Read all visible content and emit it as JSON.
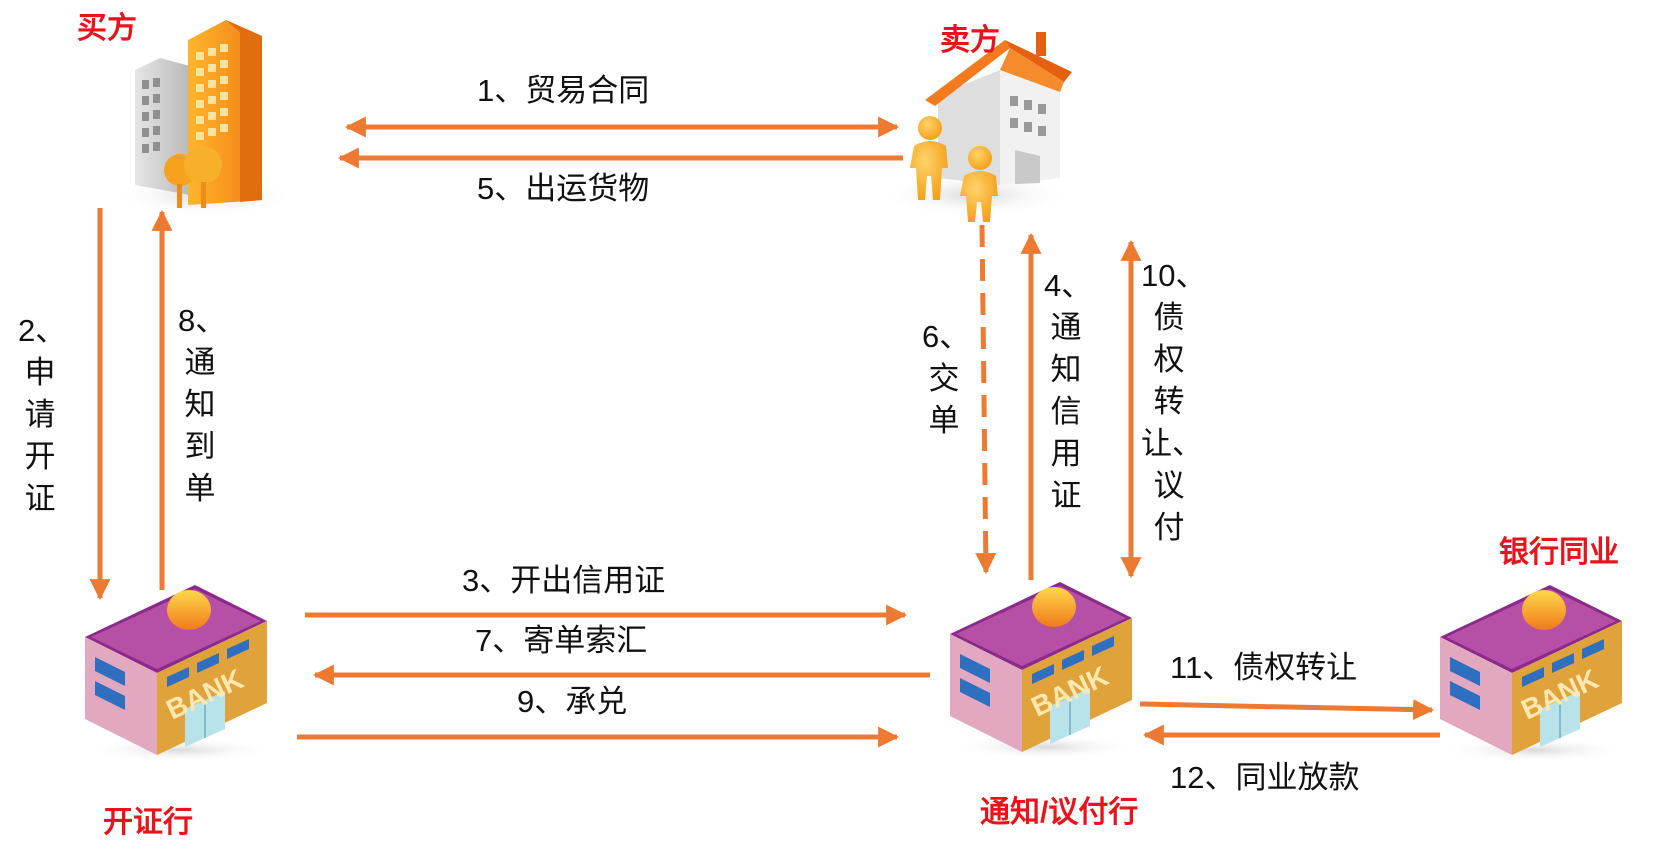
{
  "parties": {
    "buyer": "买方",
    "seller": "卖方",
    "issuing_bank": "开证行",
    "advising_bank": "通知/议付行",
    "peer_bank": "银行同业"
  },
  "bank_sign": "BANK",
  "steps": {
    "s1": "1、贸易合同",
    "s2": "2、申请开证",
    "s3": "3、开出信用证",
    "s4": "4、通知信用证",
    "s5": "5、出运货物",
    "s6": "6、交单",
    "s7": "7、寄单索汇",
    "s8": "8、通知到单",
    "s9": "9、承兑",
    "s10": "10、债权转让、议付",
    "s11": "11、债权转让",
    "s12": "12、同业放款"
  },
  "colors": {
    "arrow": "#ec7a33",
    "party_label": "#e8141b",
    "building_orange": "#f58b1f",
    "bank_wall": "#e0a23a",
    "bank_side": "#e1a8c0",
    "window": "#2f6fc0"
  }
}
